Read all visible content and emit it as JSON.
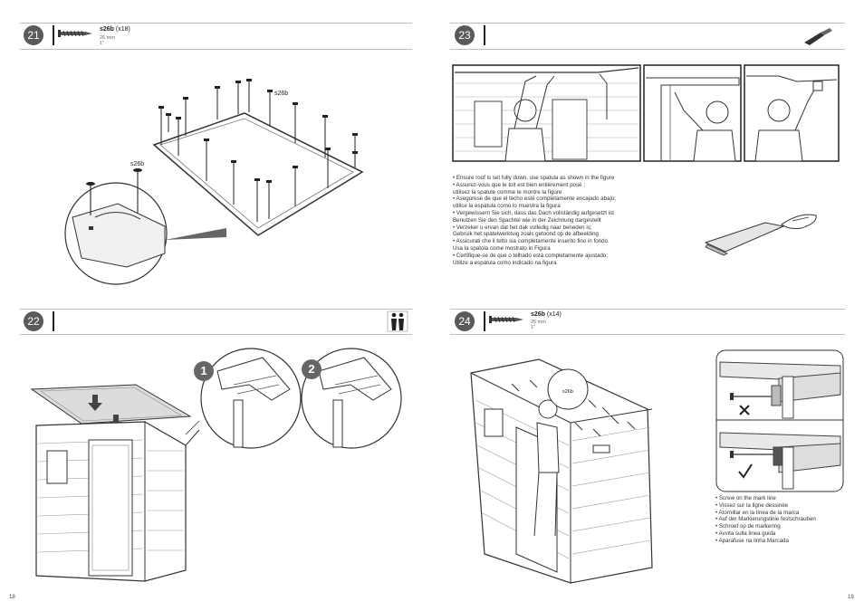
{
  "steps": {
    "s21": {
      "number": "21",
      "part_id": "s26b",
      "part_qty": "(x18)",
      "part_mm": "26 mm",
      "part_in": "1\"",
      "callout_a": "s26b",
      "callout_b": "s26b"
    },
    "s22": {
      "number": "22",
      "badge_1": "1",
      "badge_2": "2"
    },
    "s23": {
      "number": "23",
      "instructions": [
        "• Ensure roof is set fully down, use spatula as shown in the figure",
        "• Assurez-vous que le toit est bien entièrement posé ;",
        "   utilisez la spatule comme le montre la figure",
        "• Asegúrese de que el techo esté completamente encajado abajo;",
        "   utilice la espátula como lo muestra la figura",
        "• Vergewissern Sie sich, dass das Dach vollständig aufgesetzt ist",
        "   Benutzen Sie den Spachtel wie in der Zeichnung dargestellt",
        "• Verzeker u ervan dat het dak volledig naar beneden is;",
        "   Gebruik het spatelwerktuig zoals getoond op de afbeelding",
        "• Assicurati che il tetto sia completamente inserito fino in fondo.",
        "   Usa la spatola come mostrato in Figura",
        "• Certifique-se de que o telhado está completamente ajustado;",
        "   Utilize a espátula como indicado na figura"
      ]
    },
    "s24": {
      "number": "24",
      "part_id": "s26b",
      "part_qty": "(x14)",
      "part_mm": "26 mm",
      "part_in": "1\"",
      "callout": "s26b",
      "instructions": [
        "• Screw on the mark line",
        "• Vissez sur la ligne dessinée",
        "• Atornillar en la línea de la marca",
        "• Auf der Markierungslinie  festschrauben",
        "• Schroef op de markering",
        "• Avvita sulla linea guida",
        "• Aparafuse na linha Marcada"
      ]
    }
  },
  "pages": {
    "left": "18",
    "right": "19"
  },
  "icons": {
    "screw": "screw-icon",
    "spatula": "spatula-icon",
    "two_people": "two-people-icon",
    "check": "check-icon",
    "cross": "cross-icon"
  }
}
